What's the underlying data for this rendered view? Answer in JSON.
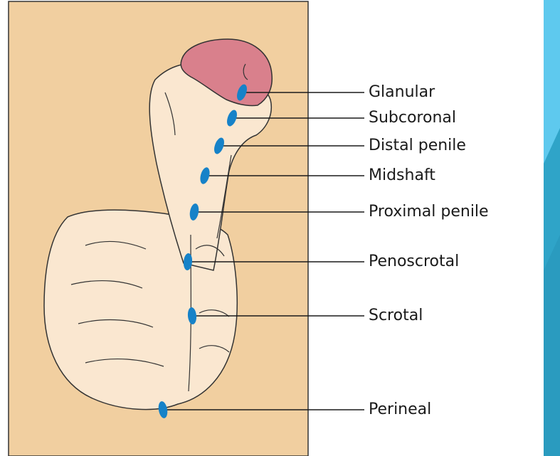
{
  "colors": {
    "panel_background": "#f1cfa0",
    "skin": "#fae7d0",
    "glans": "#d9808c",
    "marker": "#1682c8",
    "leader_line": "#1a1a1a",
    "accent_teal": "#2fa4c8",
    "accent_light": "#5ec9ee"
  },
  "sites": [
    {
      "label": "Glanular"
    },
    {
      "label": "Subcoronal"
    },
    {
      "label": "Distal penile"
    },
    {
      "label": "Midshaft"
    },
    {
      "label": "Proximal penile"
    },
    {
      "label": "Penoscrotal"
    },
    {
      "label": "Scrotal"
    },
    {
      "label": "Perineal"
    }
  ]
}
